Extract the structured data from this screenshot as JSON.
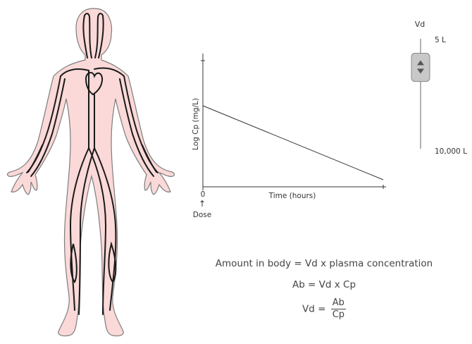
{
  "body_figure": {
    "skin_color": "#fad9d8",
    "outline_color": "#7d7d7d",
    "vessel_color": "#1a1a1a"
  },
  "chart_data": {
    "type": "line",
    "title": "",
    "ylabel": "Log Cp (mg/L)",
    "xlabel": "Time (hours)",
    "x_tick_labels": [
      "0"
    ],
    "series": [
      {
        "x": [
          0,
          1
        ],
        "y": [
          1,
          0
        ]
      }
    ],
    "grid": false,
    "dose_marker": {
      "x": 0,
      "arrow": "↑",
      "label": "Dose"
    }
  },
  "vd_slider": {
    "title": "Vd",
    "top_label": "5 L",
    "bottom_label": "10,000 L",
    "value_fraction": 0.26,
    "handle_icon": "up-down-arrows-icon"
  },
  "formulas": {
    "line1": "Amount in body = Vd x plasma concentration",
    "line2": "Ab = Vd x Cp",
    "line3_lhs": "Vd =",
    "line3_num": "Ab",
    "line3_den": "Cp"
  }
}
